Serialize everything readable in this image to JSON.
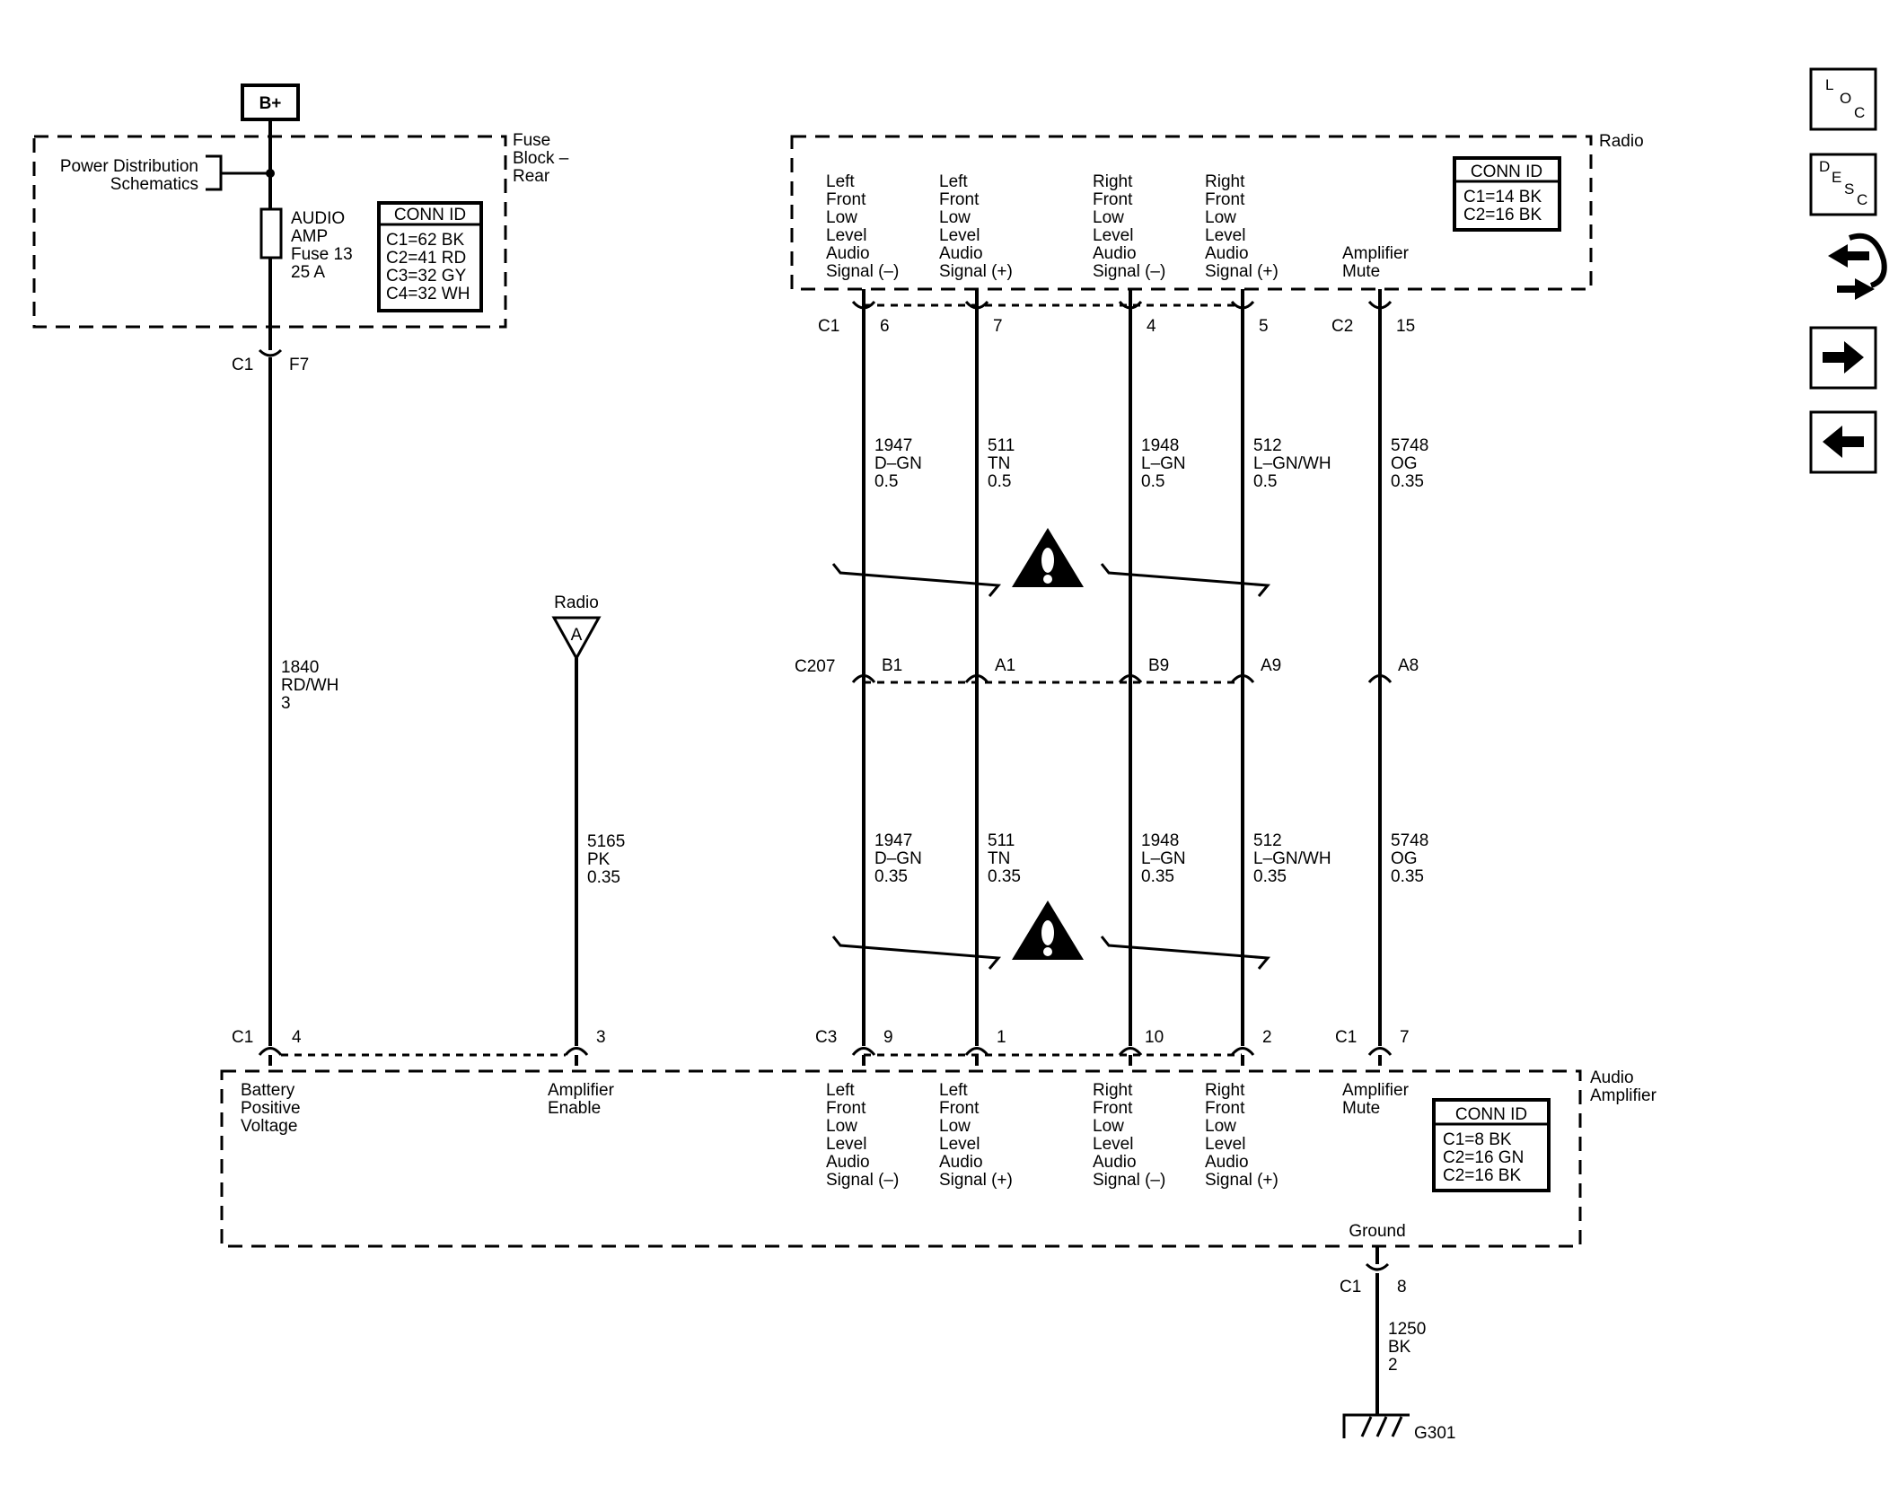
{
  "battery": {
    "label": "B+"
  },
  "fuse_block": {
    "name_lines": [
      "Fuse",
      "Block –",
      "Rear"
    ],
    "power_dist_lines": [
      "Power Distribution",
      "Schematics"
    ],
    "fuse_lines": [
      "AUDIO",
      "AMP",
      "Fuse 13",
      "25 A"
    ],
    "conn_id": {
      "title": "CONN ID",
      "rows": [
        "C1=62 BK",
        "C2=41 RD",
        "C3=32 GY",
        "C4=32 WH"
      ]
    },
    "out_conn": "C1",
    "out_pin": "F7"
  },
  "radio": {
    "name": "Radio",
    "conn_id": {
      "title": "CONN ID",
      "rows": [
        "C1=14 BK",
        "C2=16 BK"
      ]
    },
    "pin_labels": [
      [
        "Left",
        "Front",
        "Low",
        "Level",
        "Audio",
        "Signal (–)"
      ],
      [
        "Left",
        "Front",
        "Low",
        "Level",
        "Audio",
        "Signal (+)"
      ],
      [
        "Right",
        "Front",
        "Low",
        "Level",
        "Audio",
        "Signal (–)"
      ],
      [
        "Right",
        "Front",
        "Low",
        "Level",
        "Audio",
        "Signal (+)"
      ],
      [
        "Amplifier",
        "Mute"
      ]
    ],
    "conn_c1": "C1",
    "conn_c2": "C2",
    "pins": [
      "6",
      "7",
      "4",
      "5",
      "15"
    ]
  },
  "wires_upper": [
    [
      "1947",
      "D–GN",
      "0.5"
    ],
    [
      "511",
      "TN",
      "0.5"
    ],
    [
      "1948",
      "L–GN",
      "0.5"
    ],
    [
      "512",
      "L–GN/WH",
      "0.5"
    ],
    [
      "5748",
      "OG",
      "0.35"
    ]
  ],
  "inline": {
    "name": "C207",
    "pins": [
      "B1",
      "A1",
      "B9",
      "A9",
      "A8"
    ]
  },
  "wires_lower": [
    [
      "1947",
      "D–GN",
      "0.35"
    ],
    [
      "511",
      "TN",
      "0.35"
    ],
    [
      "1948",
      "L–GN",
      "0.35"
    ],
    [
      "512",
      "L–GN/WH",
      "0.35"
    ],
    [
      "5748",
      "OG",
      "0.35"
    ]
  ],
  "power_wire": [
    "1840",
    "RD/WH",
    "3"
  ],
  "radio_ref": {
    "label": "Radio",
    "letter": "A"
  },
  "enable_wire": [
    "5165",
    "PK",
    "0.35"
  ],
  "amplifier": {
    "name_lines": [
      "Audio",
      "Amplifier"
    ],
    "conn_id": {
      "title": "CONN ID",
      "rows": [
        "C1=8 BK",
        "C2=16 GN",
        "C2=16 BK"
      ]
    },
    "conn_c1": "C1",
    "conn_c3": "C3",
    "conn_c1b": "C1",
    "pin_power": "4",
    "pin_enable": "3",
    "pins": [
      "9",
      "1",
      "10",
      "2",
      "7"
    ],
    "power_label": [
      "Battery",
      "Positive",
      "Voltage"
    ],
    "enable_label": [
      "Amplifier",
      "Enable"
    ],
    "pin_labels": [
      [
        "Left",
        "Front",
        "Low",
        "Level",
        "Audio",
        "Signal (–)"
      ],
      [
        "Left",
        "Front",
        "Low",
        "Level",
        "Audio",
        "Signal (+)"
      ],
      [
        "Right",
        "Front",
        "Low",
        "Level",
        "Audio",
        "Signal (–)"
      ],
      [
        "Right",
        "Front",
        "Low",
        "Level",
        "Audio",
        "Signal (+)"
      ],
      [
        "Amplifier",
        "Mute"
      ]
    ],
    "ground_label": "Ground",
    "ground_conn": "C1",
    "ground_pin": "8"
  },
  "ground_wire": [
    "1250",
    "BK",
    "2"
  ],
  "ground_point": "G301",
  "nav": {
    "loc": [
      "L",
      "O",
      "C"
    ],
    "desc": [
      "D",
      "E",
      "S",
      "C"
    ],
    "forward": "next-arrow-icon",
    "back": "back-arrow-icon"
  }
}
